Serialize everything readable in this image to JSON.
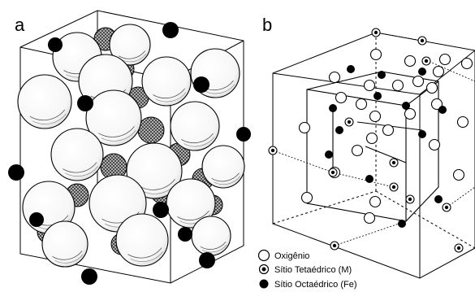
{
  "figure": {
    "panel_a_label": "a",
    "panel_b_label": "b"
  },
  "legend": {
    "items": [
      {
        "label": "Oxigênio",
        "icon": "open-circle-icon"
      },
      {
        "label": "Sítio Tetaédrico (M)",
        "icon": "dotted-circle-icon"
      },
      {
        "label": "Sítio Octaédrico (Fe)",
        "icon": "filled-circle-icon"
      }
    ]
  },
  "colors": {
    "oxygen_fill": "#ffffff",
    "ink": "#000000",
    "tetrahedral_hatch": "#555555"
  }
}
